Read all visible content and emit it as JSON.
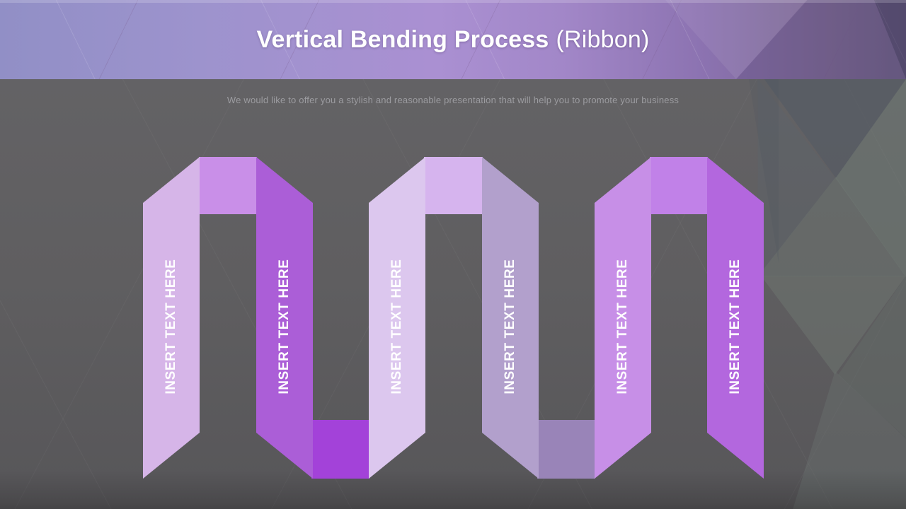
{
  "slide": {
    "title_bold": "Vertical Bending Process",
    "title_regular": "(Ribbon)",
    "subtitle": "We would like to offer you a stylish and reasonable presentation that will help you to promote your business"
  },
  "ribbon": {
    "strips": [
      {
        "label": "INSERT TEXT HERE",
        "color": "#d6b5e8"
      },
      {
        "label": "INSERT TEXT HERE",
        "color": "#ab5ed7"
      },
      {
        "label": "INSERT TEXT HERE",
        "color": "#dcc7ee"
      },
      {
        "label": "INSERT TEXT HERE",
        "color": "#b2a0cc"
      },
      {
        "label": "INSERT TEXT HERE",
        "color": "#c78fe7"
      },
      {
        "label": "INSERT TEXT HERE",
        "color": "#b367de"
      }
    ],
    "connectors": [
      {
        "between": "1-2",
        "position": "top",
        "color": "#c98fe8"
      },
      {
        "between": "2-3",
        "position": "bottom",
        "color": "#a342d9"
      },
      {
        "between": "3-4",
        "position": "top",
        "color": "#d6b4ee"
      },
      {
        "between": "4-5",
        "position": "bottom",
        "color": "#9984b8"
      },
      {
        "between": "5-6",
        "position": "top",
        "color": "#c181e8"
      }
    ]
  },
  "theme": {
    "header_gradient_left": "#918fc6",
    "header_gradient_mid": "#aa90d2",
    "header_gradient_right": "#6b5f82",
    "body_background": "#5f5e60",
    "title_color": "#ffffff",
    "subtitle_color": "#9c9ca0",
    "label_color": "#ffffff"
  }
}
